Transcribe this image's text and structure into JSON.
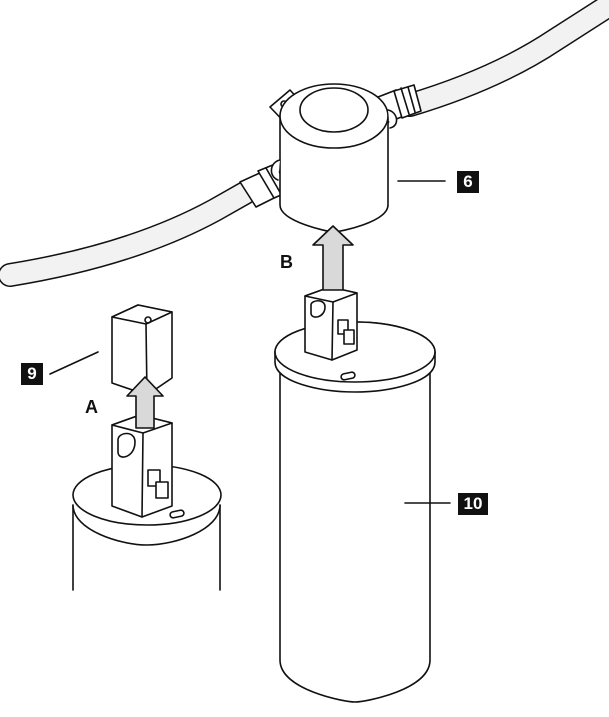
{
  "diagram": {
    "callouts": {
      "housing": "6",
      "cap": "9",
      "cartridge": "10"
    },
    "steps": {
      "remove_cap": "A",
      "insert_cartridge": "B"
    },
    "colors": {
      "stroke": "#111111",
      "hose_fill": "#f2f2f2",
      "arrow_fill": "#d9d9d9",
      "label_bg": "#111111",
      "label_text": "#ffffff"
    }
  }
}
